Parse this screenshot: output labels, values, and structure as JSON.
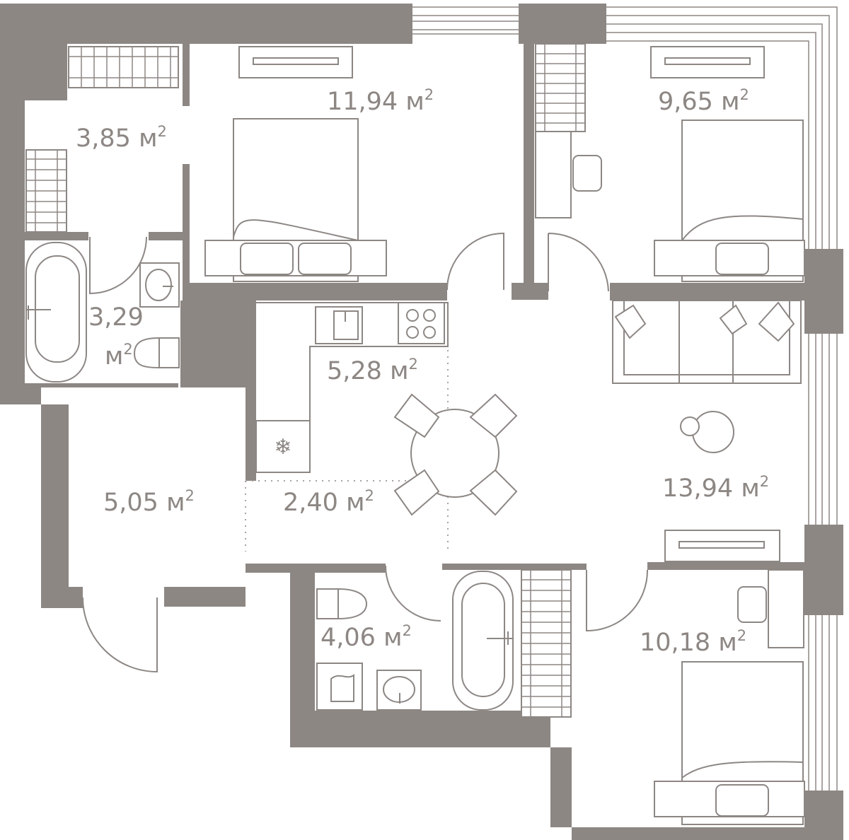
{
  "floor_plan": {
    "unit": "м",
    "unit_exponent": "2",
    "colors": {
      "wall": "#8d8784",
      "background": "#ffffff"
    },
    "rooms": [
      {
        "id": "bedroom-1",
        "area": "11,94"
      },
      {
        "id": "bedroom-2",
        "area": "9,65"
      },
      {
        "id": "closet",
        "area": "3,85"
      },
      {
        "id": "bathroom-1",
        "area": "3,29"
      },
      {
        "id": "kitchen",
        "area": "5,28"
      },
      {
        "id": "hall",
        "area": "5,05"
      },
      {
        "id": "corridor",
        "area": "2,40"
      },
      {
        "id": "living-room",
        "area": "13,94"
      },
      {
        "id": "bathroom-2",
        "area": "4,06"
      },
      {
        "id": "bedroom-3",
        "area": "10,18"
      }
    ],
    "icons": {
      "fridge": "snowflake-icon",
      "fridge_glyph": "❄"
    }
  }
}
